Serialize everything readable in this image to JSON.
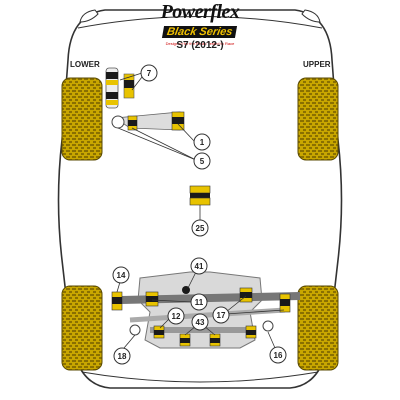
{
  "brand": {
    "name": "Powerflex",
    "series": "Black Series",
    "tagline": "Designed for the Best • Tested to Race"
  },
  "model": "S7 (2012-)",
  "labels": {
    "lower": "LOWER",
    "upper": "UPPER"
  },
  "callouts": [
    {
      "id": "c7",
      "text": "7"
    },
    {
      "id": "c1",
      "text": "1"
    },
    {
      "id": "c5",
      "text": "5"
    },
    {
      "id": "c25",
      "text": "25"
    },
    {
      "id": "c14",
      "text": "14"
    },
    {
      "id": "c41",
      "text": "41"
    },
    {
      "id": "c11",
      "text": "11"
    },
    {
      "id": "c12",
      "text": "12"
    },
    {
      "id": "c43",
      "text": "43"
    },
    {
      "id": "c17",
      "text": "17"
    },
    {
      "id": "c18",
      "text": "18"
    },
    {
      "id": "c16",
      "text": "16"
    }
  ],
  "colors": {
    "body_outline": "#333333",
    "tyre": "#c8a600",
    "bush": "#e8c300",
    "bush_black": "#1a1a1a",
    "subframe": "#d9d9d9"
  }
}
